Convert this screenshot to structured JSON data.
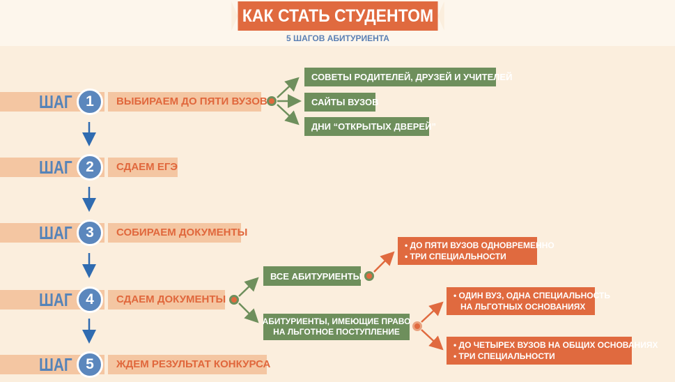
{
  "header": {
    "title": "КАК СТАТЬ СТУДЕНТОМ",
    "subtitle": "5 ШАГОВ АБИТУРИЕНТА"
  },
  "step_word": "ШАГ",
  "steps": [
    {
      "number": "1",
      "label": "ВЫБИРАЕМ ДО ПЯТИ ВУЗОВ"
    },
    {
      "number": "2",
      "label": "СДАЕМ ЕГЭ"
    },
    {
      "number": "3",
      "label": "СОБИРАЕМ ДОКУМЕНТЫ"
    },
    {
      "number": "4",
      "label": "СДАЕМ ДОКУМЕНТЫ"
    },
    {
      "number": "5",
      "label": "ЖДЕМ РЕЗУЛЬТАТ КОНКУРСА"
    }
  ],
  "step1_sources": [
    "СОВЕТЫ РОДИТЕЛЕЙ, ДРУЗЕЙ И УЧИТЕЛЕЙ",
    "САЙТЫ ВУЗОВ",
    "ДНИ “ОТКРЫТЫХ ДВЕРЕЙ”"
  ],
  "step4_groups": {
    "all": {
      "label": "ВСЕ АБИТУРИЕНТЫ",
      "rule_lines": [
        "• ДО ПЯТИ ВУЗОВ ОДНОВРЕМЕННО",
        "• ТРИ СПЕЦИАЛЬНОСТИ"
      ]
    },
    "privileged": {
      "label_lines": [
        "АБИТУРИЕНТЫ, ИМЕЮЩИЕ ПРАВО",
        "НА ЛЬГОТНОЕ ПОСТУПЛЕНИЕ"
      ],
      "rule_a_lines": [
        "• ОДИН ВУЗ, ОДНА СПЕЦИАЛЬНОСТЬ",
        "НА ЛЬГОТНЫХ ОСНОВАНИЯХ"
      ],
      "rule_b_lines": [
        "• ДО ЧЕТЫРЕХ ВУЗОВ НА ОБЩИХ ОСНОВАНИЯХ",
        "• ТРИ СПЕЦИАЛЬНОСТИ"
      ]
    }
  },
  "colors": {
    "orange": "#e06a3f",
    "peach": "#f4c6a2",
    "blue": "#5b87bd",
    "green": "#6e8f5c",
    "background": "#fbeedd"
  }
}
